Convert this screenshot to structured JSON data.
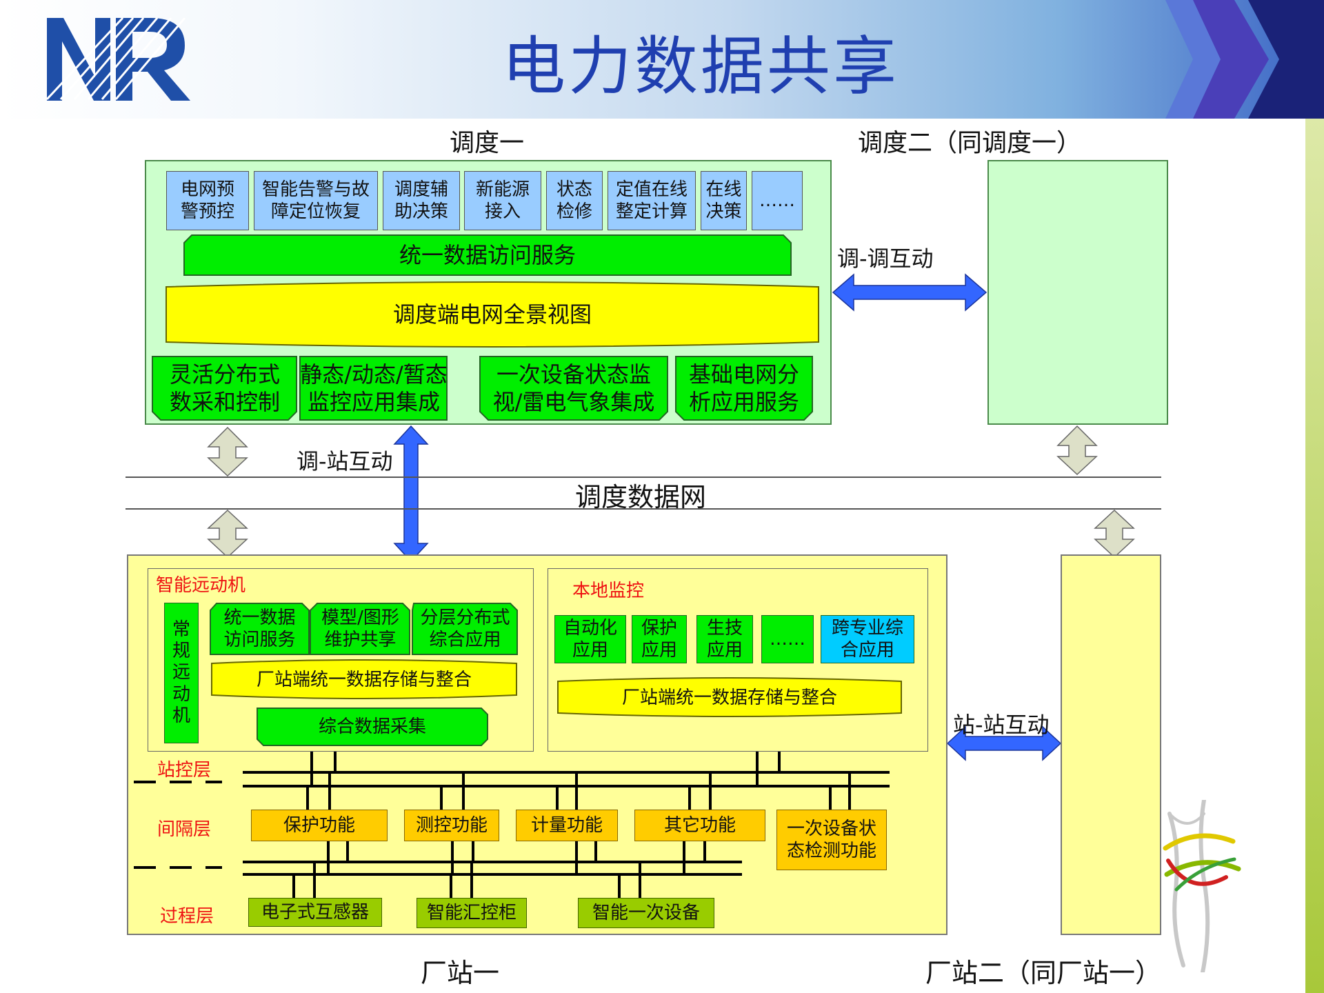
{
  "title": "电力数据共享",
  "colors": {
    "green_panel": "#ccffcc",
    "yellow_panel": "#ffff99",
    "blue_box": "#99ccff",
    "green": "#00ee00",
    "yellow": "#ffff00",
    "orange": "#ffcc00",
    "olive": "#99cc00",
    "cyan": "#00ccff",
    "arrow_blue": "#3366ff",
    "label_red": "#ee1111"
  },
  "dispatch1": {
    "label": "调度一",
    "apps": [
      "电网预\n警预控",
      "智能告警与故\n障定位恢复",
      "调度辅\n助决策",
      "新能源\n接入",
      "状态\n检修",
      "定值在线\n整定计算",
      "在线\n决策",
      "……"
    ],
    "access_service": "统一数据访问服务",
    "panorama": "调度端电网全景视图",
    "bottom": [
      "灵活分布式\n数采和控制",
      "静态/动态/暂态\n监控应用集成",
      "一次设备状态监\n视/雷电气象集成",
      "基础电网分\n析应用服务"
    ]
  },
  "dispatch2": {
    "label": "调度二（同调度一）"
  },
  "links": {
    "dispatch_dispatch": "调-调互动",
    "dispatch_station": "调-站互动",
    "station_station": "站-站互动"
  },
  "network": "调度数据网",
  "station1": {
    "label": "厂站一",
    "rtu": {
      "label": "智能远动机",
      "conventional": "常\n规\n远\n动\n机",
      "modules": [
        "统一数据\n访问服务",
        "模型/图形\n维护共享",
        "分层分布式\n综合应用"
      ],
      "storage": "厂站端统一数据存储与整合",
      "collection": "综合数据采集"
    },
    "local": {
      "label": "本地监控",
      "apps": [
        "自动化\n应用",
        "保护\n应用",
        "生技\n应用",
        "……"
      ],
      "cross_app": "跨专业综\n合应用",
      "storage": "厂站端统一数据存储与整合"
    },
    "layers": {
      "station": "站控层",
      "bay": "间隔层",
      "process": "过程层"
    },
    "bay_functions": [
      "保护功能",
      "测控功能",
      "计量功能",
      "其它功能",
      "一次设备状\n态检测功能"
    ],
    "process_devices": [
      "电子式互感器",
      "智能汇控柜",
      "智能一次设备"
    ]
  },
  "station2": {
    "label": "厂站二（同厂站一）"
  }
}
